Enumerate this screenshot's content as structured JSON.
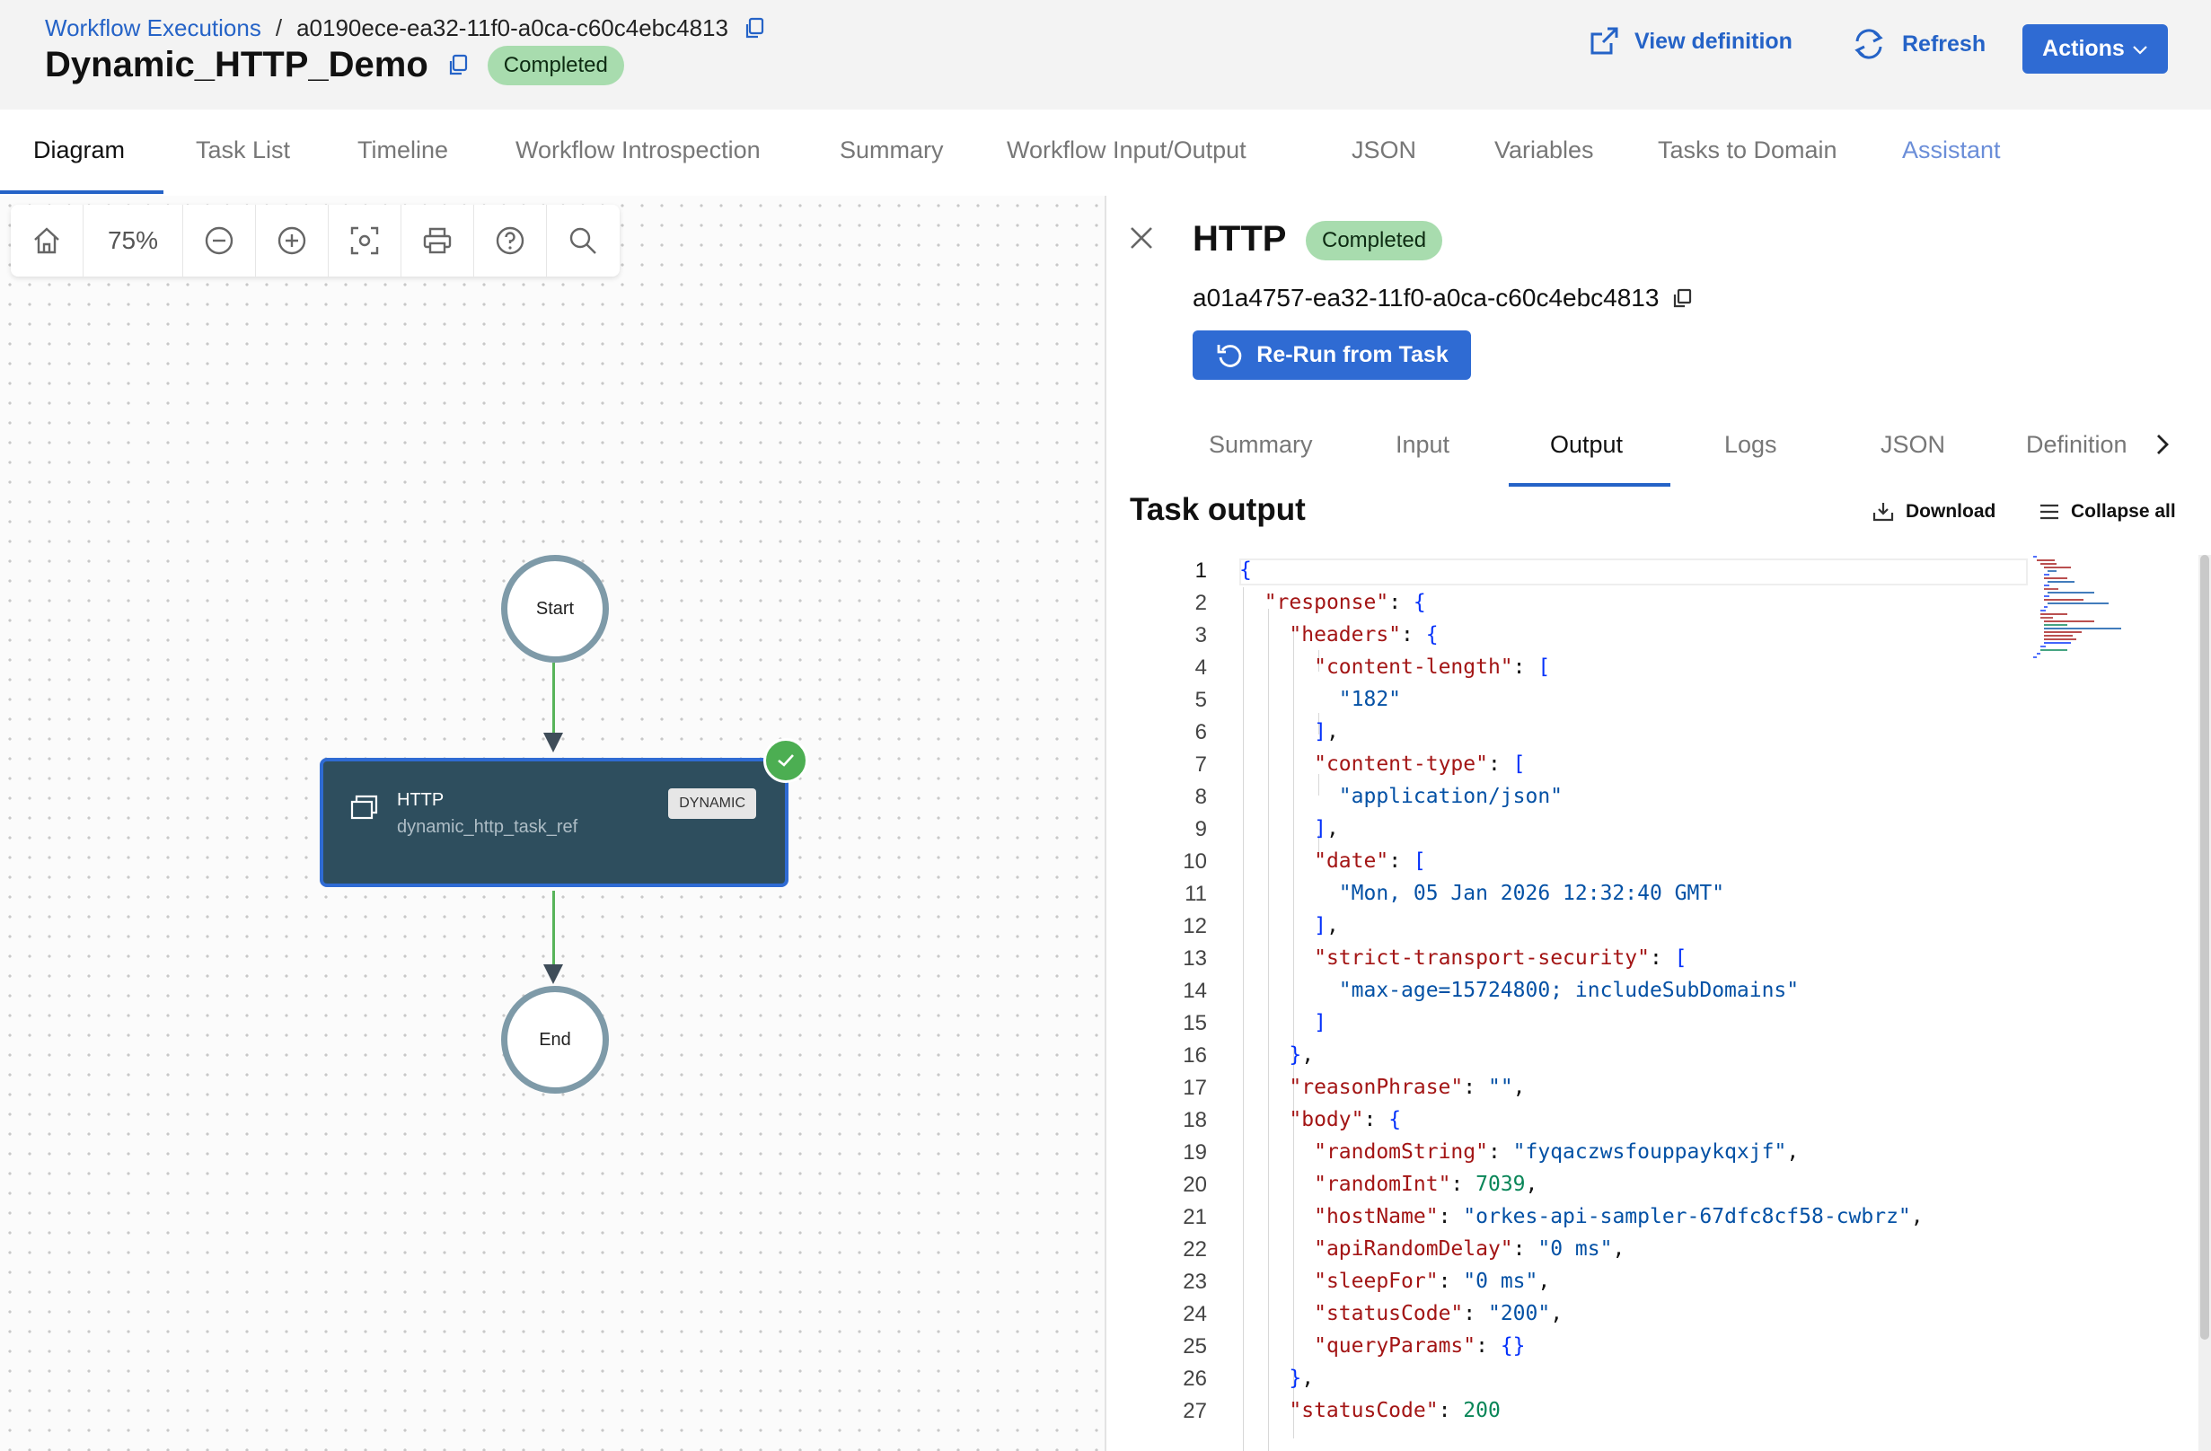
{
  "header": {
    "breadcrumb_link": "Workflow Executions",
    "breadcrumb_separator": "/",
    "breadcrumb_current": "a0190ece-ea32-11f0-a0ca-c60c4ebc4813",
    "title": "Dynamic_HTTP_Demo",
    "status": "Completed",
    "view_definition_label": "View definition",
    "refresh_label": "Refresh",
    "actions_label": "Actions"
  },
  "tabs": [
    "Diagram",
    "Task List",
    "Timeline",
    "Workflow Introspection",
    "Summary",
    "Workflow Input/Output",
    "JSON",
    "Variables",
    "Tasks to Domain",
    "Assistant"
  ],
  "active_tab": "Diagram",
  "toolbar": {
    "zoom": "75%"
  },
  "diagram": {
    "start_label": "Start",
    "end_label": "End",
    "task_title": "HTTP",
    "task_ref": "dynamic_http_task_ref",
    "task_tag": "DYNAMIC"
  },
  "panel": {
    "title": "HTTP",
    "status": "Completed",
    "task_id": "a01a4757-ea32-11f0-a0ca-c60c4ebc4813",
    "rerun_label": "Re-Run from Task",
    "tabs": [
      "Summary",
      "Input",
      "Output",
      "Logs",
      "JSON"
    ],
    "clipped_tab": "Definition",
    "active_tab": "Output",
    "section_title": "Task output",
    "download_label": "Download",
    "collapse_label": "Collapse all"
  },
  "code": {
    "line_numbers": [
      "1",
      "2",
      "3",
      "4",
      "5",
      "6",
      "7",
      "8",
      "9",
      "10",
      "11",
      "12",
      "13",
      "14",
      "15",
      "16",
      "17",
      "18",
      "19",
      "20",
      "21",
      "22",
      "23",
      "24",
      "25",
      "26",
      "27"
    ],
    "lines": [
      "{",
      "  \"response\": {",
      "    \"headers\": {",
      "      \"content-length\": [",
      "        \"182\"",
      "      ],",
      "      \"content-type\": [",
      "        \"application/json\"",
      "      ],",
      "      \"date\": [",
      "        \"Mon, 05 Jan 2026 12:32:40 GMT\"",
      "      ],",
      "      \"strict-transport-security\": [",
      "        \"max-age=15724800; includeSubDomains\"",
      "      ]",
      "    },",
      "    \"reasonPhrase\": \"\",",
      "    \"body\": {",
      "      \"randomString\": \"fyqaczwsfouppaykqxjf\",",
      "      \"randomInt\": 7039,",
      "      \"hostName\": \"orkes-api-sampler-67dfc8cf58-cwbrz\",",
      "      \"apiRandomDelay\": \"0 ms\",",
      "      \"sleepFor\": \"0 ms\",",
      "      \"statusCode\": \"200\",",
      "      \"queryParams\": {}",
      "    },",
      "    \"statusCode\": 200"
    ]
  },
  "colors": {
    "accent": "#2f6bd3",
    "link": "#2563c7",
    "status_badge": "#a8dcae",
    "task_node": "#2e4e5e",
    "edge": "#58b45a",
    "json_key": "#a31515",
    "json_string": "#0451a5",
    "json_number": "#098658"
  }
}
